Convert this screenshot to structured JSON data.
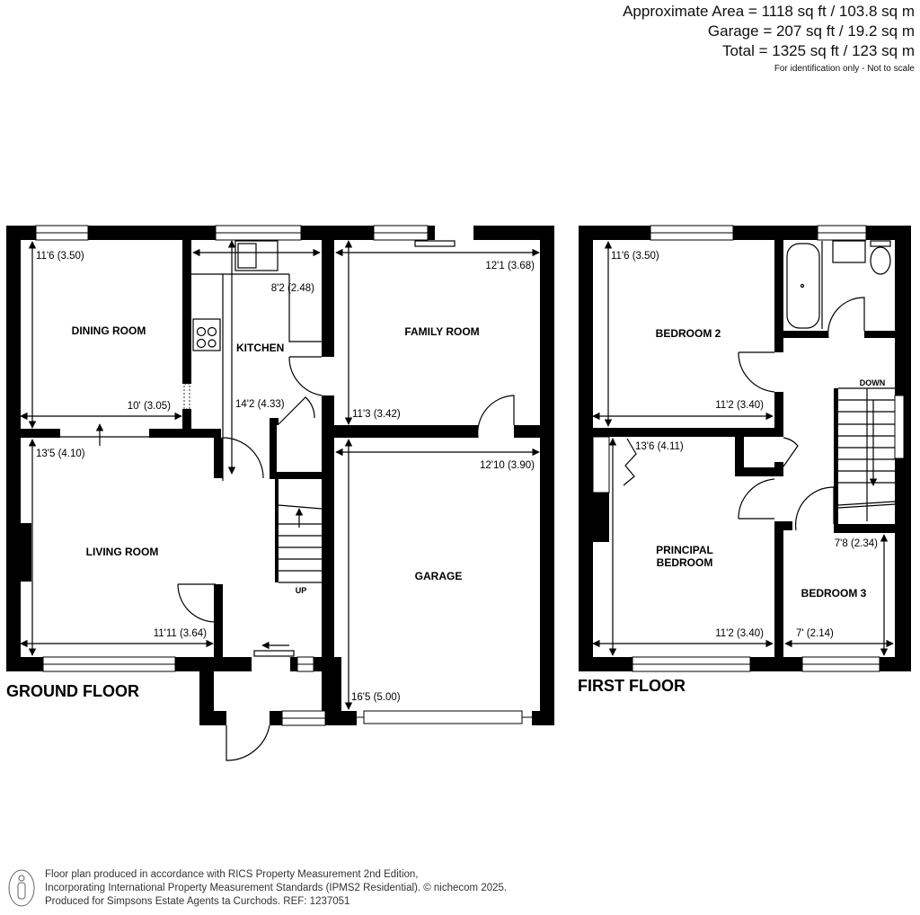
{
  "areas": {
    "approximate": "Approximate Area = 1118 sq ft / 103.8 sq m",
    "garage": "Garage = 207 sq ft / 19.2 sq m",
    "total": "Total = 1325 sq ft / 123 sq m",
    "note": "For identification only - Not to scale"
  },
  "ground_floor": {
    "title": "GROUND FLOOR",
    "rooms": {
      "dining": {
        "label": "DINING ROOM",
        "dim_v": "11'6 (3.50)",
        "dim_h": "10' (3.05)"
      },
      "kitchen": {
        "label": "KITCHEN",
        "dim_h": "8'2 (2.48)",
        "dim_v": "14'2 (4.33)"
      },
      "family": {
        "label": "FAMILY ROOM",
        "dim_h": "12'1 (3.68)",
        "dim_v": "11'3 (3.42)"
      },
      "living": {
        "label": "LIVING ROOM",
        "dim_v": "13'5 (4.10)",
        "dim_h": "11'11 (3.64)"
      },
      "garage": {
        "label": "GARAGE",
        "dim_h": "12'10 (3.90)",
        "dim_v": "16'5 (5.00)"
      },
      "stairs": {
        "label": "UP"
      }
    }
  },
  "first_floor": {
    "title": "FIRST FLOOR",
    "rooms": {
      "bedroom2": {
        "label": "BEDROOM 2",
        "dim_v": "11'6 (3.50)",
        "dim_h": "11'2 (3.40)"
      },
      "principal": {
        "label_line1": "PRINCIPAL",
        "label_line2": "BEDROOM",
        "dim_v": "13'6 (4.11)",
        "dim_h": "11'2 (3.40)"
      },
      "bedroom3": {
        "label": "BEDROOM 3",
        "dim_v": "7'8 (2.34)",
        "dim_h": "7' (2.14)"
      },
      "stairs": {
        "label": "DOWN"
      }
    }
  },
  "footer": {
    "line1": "Floor plan produced in accordance with RICS Property Measurement 2nd Edition,",
    "line2": "Incorporating International Property Measurement Standards (IPMS2 Residential).   © nichecom 2025.",
    "line3": "Produced for Simpsons Estate Agents ta Curchods.   REF: 1237051",
    "icon": "person-icon"
  },
  "colors": {
    "wall": "#000000",
    "background": "#ffffff",
    "text": "#111111"
  }
}
